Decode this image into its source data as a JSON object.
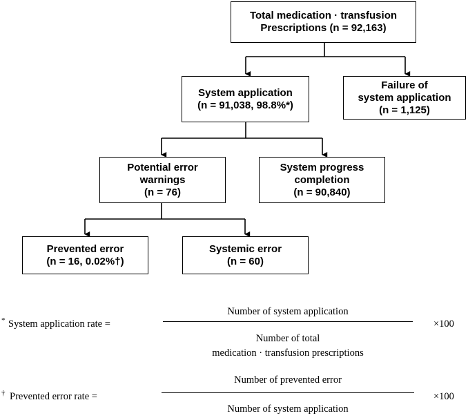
{
  "flow": {
    "total": {
      "line1": "Total medication · transfusion",
      "line2": "Prescriptions (n = 92,163)"
    },
    "system_application": {
      "line1": "System application",
      "line2": "(n = 91,038,  98.8%*)"
    },
    "failure": {
      "line1": "Failure of",
      "line2": "system application",
      "line3": "(n = 1,125)"
    },
    "potential_warnings": {
      "line1": "Potential error",
      "line2": "warnings",
      "line3": "(n = 76)"
    },
    "progress_completion": {
      "line1": "System progress",
      "line2": "completion",
      "line3": "(n = 90,840)"
    },
    "prevented_error": {
      "line1": "Prevented error",
      "line2": "(n = 16,  0.02%†)"
    },
    "systemic_error": {
      "line1": "Systemic error",
      "line2": "(n = 60)"
    }
  },
  "formulas": {
    "system_rate": {
      "marker": "*",
      "label": "System  application  rate  =",
      "numerator": "Number  of  system  application",
      "denominator_line1": "Number  of  total",
      "denominator_line2": "medication · transfusion  prescriptions",
      "multiplier": "×100"
    },
    "prevented_rate": {
      "marker": "†",
      "label": "Prevented  error  rate  =",
      "numerator": "Number  of  prevented  error",
      "denominator": "Number  of  system  application",
      "multiplier": "×100"
    }
  }
}
